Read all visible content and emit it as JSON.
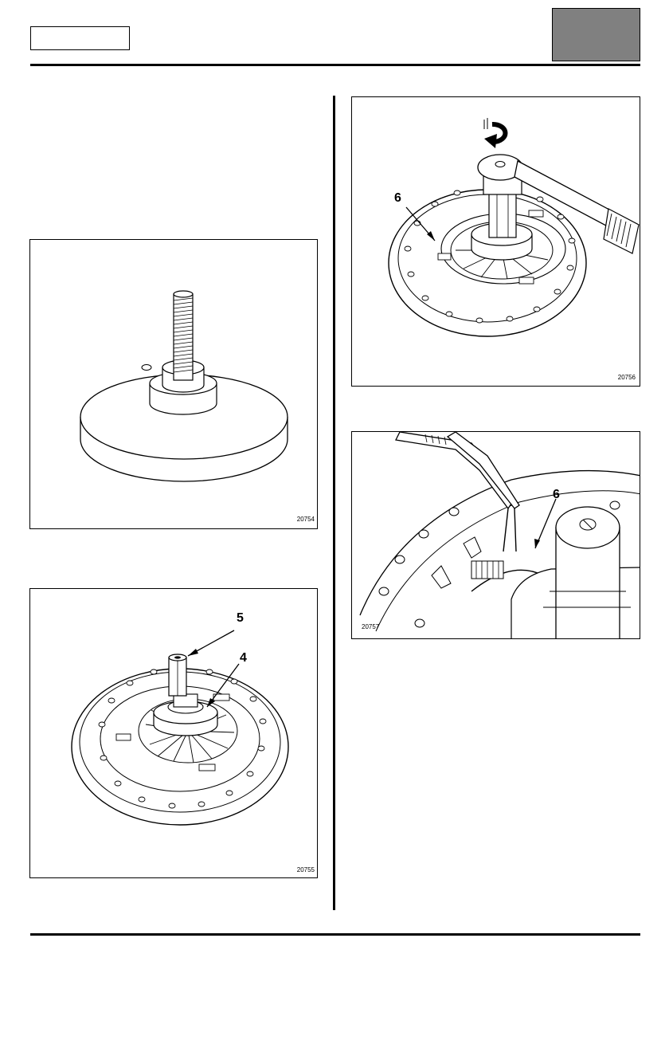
{
  "header": {
    "label_box": "",
    "tab_box": ""
  },
  "figures": [
    {
      "ref": "20754",
      "callouts": []
    },
    {
      "ref": "20755",
      "callouts": [
        "5",
        "4"
      ]
    },
    {
      "ref": "20756",
      "callouts": [
        "6"
      ]
    },
    {
      "ref": "20757",
      "callouts": [
        "6"
      ]
    }
  ],
  "colors": {
    "tab": "#808080",
    "line": "#000000"
  }
}
